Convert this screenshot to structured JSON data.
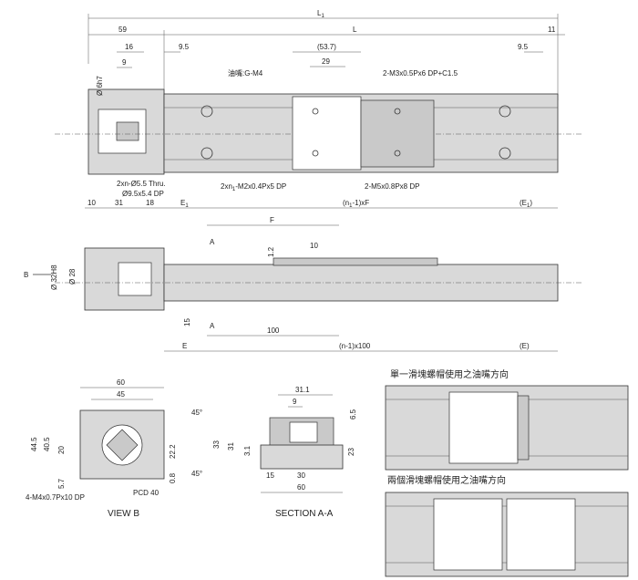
{
  "top_view": {
    "overall": "L",
    "overall_sub": "1",
    "length": "L",
    "dim_59": "59",
    "dim_11": "11",
    "dim_16": "16",
    "dim_9": "9",
    "dim_9_5_left": "9.5",
    "dim_53_7": "(53.7)",
    "dim_29": "29",
    "dim_9_5_right": "9.5",
    "shaft_dia": "Ø 6h7",
    "oil": "油嘴:G-M4",
    "note_m3": "2-M3x0.5Px6 DP+C1.5",
    "note_thru": "2xn-Ø5.5 Thru.",
    "note_cb": "Ø9.5x5.4 DP",
    "note_m2": "2xn",
    "note_m2_sub": "1",
    "note_m2_tail": "-M2x0.4Px5 DP",
    "note_m5": "2-M5x0.8Px8 DP"
  },
  "side_view": {
    "d10": "10",
    "d31": "31",
    "d18": "18",
    "e1": "E",
    "e1_sub": "1",
    "n1f": "(n",
    "n1f_sub": "1",
    "n1f_tail": "-1)xF",
    "e1r": "(E",
    "e1r_sub": "1",
    "e1r_tail": ")",
    "f": "F",
    "d12": "1.2",
    "d10b": "10",
    "a_top": "A",
    "a_bot": "A",
    "b": "B",
    "d32": "Ø 32H8",
    "d28": "Ø 28",
    "d15": "15",
    "d100": "100",
    "e": "E",
    "n100": "(n-1)x100",
    "er": "(E)"
  },
  "view_b": {
    "title": "VIEW B",
    "d60": "60",
    "d45": "45",
    "deg1": "45°",
    "deg2": "45°",
    "d44_5": "44.5",
    "d40_5": "40.5",
    "d20": "20",
    "d5_7": "5.7",
    "d22_2": "22.2",
    "d0_8": "0.8",
    "pcd": "PCD 40",
    "screw": "4-M4x0.7Px10 DP"
  },
  "section": {
    "title": "SECTION A-A",
    "d31_1": "31.1",
    "d9": "9",
    "d6_5": "6.5",
    "d33": "33",
    "d31": "31",
    "d3_1": "3.1",
    "d23": "23",
    "d15": "15",
    "d30": "30",
    "d60": "60"
  },
  "oil_panels": {
    "single": "單一滑塊螺帽使用之油嘴方向",
    "double": "兩個滑塊螺帽使用之油嘴方向"
  }
}
